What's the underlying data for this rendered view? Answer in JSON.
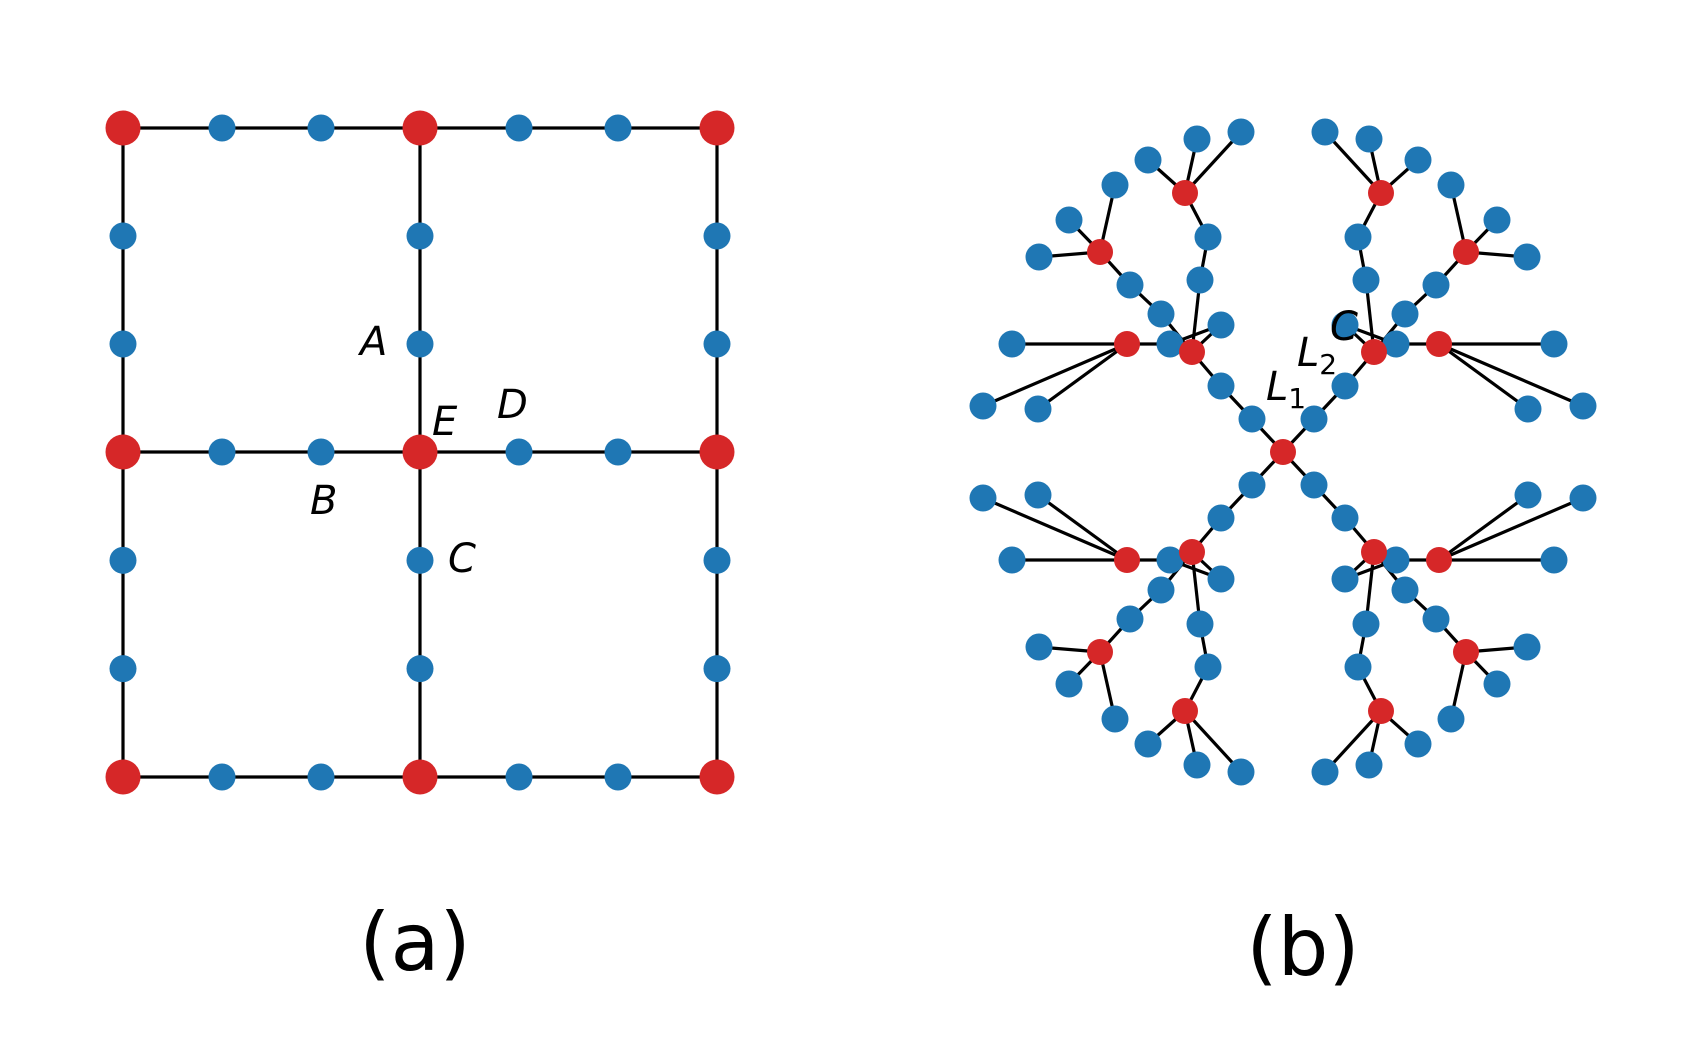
{
  "colors": {
    "edge": "#000000",
    "hub": "#d62728",
    "node": "#1f77b4"
  },
  "panel_a": {
    "caption": "(a)",
    "labels": {
      "A": "A",
      "B": "B",
      "C": "C",
      "D": "D",
      "E": "E"
    }
  },
  "panel_b": {
    "caption": "(b)",
    "labels": {
      "L1": "L",
      "L1_sub": "1",
      "L2": "L",
      "L2_sub": "2",
      "C": "C"
    }
  }
}
